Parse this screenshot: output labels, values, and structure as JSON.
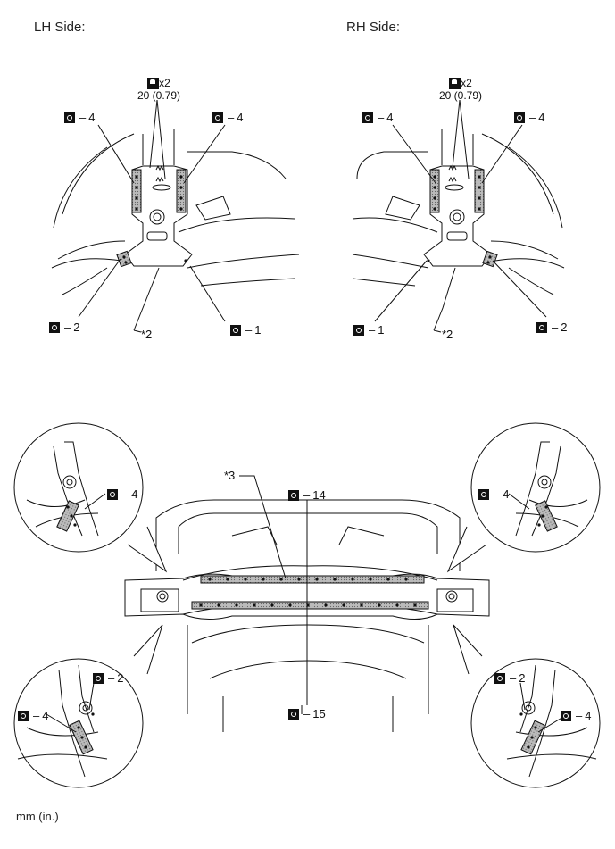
{
  "titles": {
    "lh": "LH Side:",
    "rh": "RH Side:"
  },
  "unit_note": "mm (in.)",
  "torque": {
    "count": "x2",
    "value": "20 (0.79)"
  },
  "lh": {
    "callout_top_left": "4",
    "callout_top_right": "4",
    "callout_bottom_left": "2",
    "callout_bottom_right": "1",
    "part_label": "*2"
  },
  "rh": {
    "callout_top_left": "4",
    "callout_top_right": "4",
    "callout_bottom_left": "1",
    "callout_bottom_right": "2",
    "part_label": "*2"
  },
  "bottom": {
    "part_label": "*3",
    "callout_top": "14",
    "callout_bottom": "15",
    "detail_tl": "4",
    "detail_tr": "4",
    "detail_bl_a": "2",
    "detail_bl_b": "4",
    "detail_br_a": "2",
    "detail_br_b": "4"
  },
  "icons": {
    "weld": "spot-weld-icon",
    "torque": "torque-wrench-icon"
  }
}
